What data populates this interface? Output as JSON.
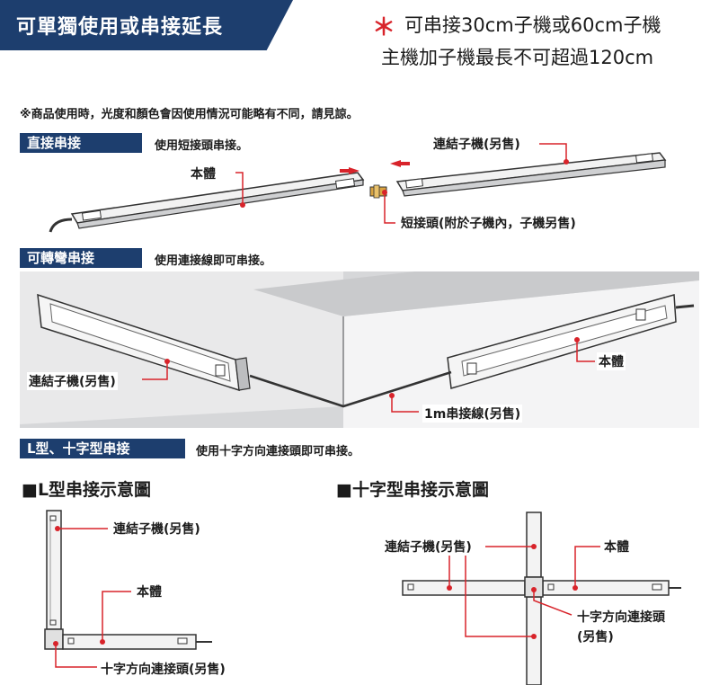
{
  "header": {
    "title": "可單獨使用或串接延長",
    "star": "＊",
    "note_line1": "可串接30cm子機或60cm子機",
    "note_line2": "主機加子機最長不可超過120cm"
  },
  "disclaimer": "※商品使用時，光度和顏色會因使用情況可能略有不同，請見諒。",
  "section_direct": {
    "label": "直接串接",
    "desc": "使用短接頭串接。",
    "callout_main": "本體",
    "callout_sub": "連結子機(另售)",
    "callout_joint": "短接頭(附於子機內，子機另售)"
  },
  "section_bend": {
    "label": "可轉彎串接",
    "desc": "使用連接線即可串接。",
    "callout_sub": "連結子機(另售)",
    "callout_main": "本體",
    "callout_cable": "1m串接線(另售)"
  },
  "section_lx": {
    "label": "L型、十字型串接",
    "desc": "使用十字方向連接頭即可串接。"
  },
  "l_diagram": {
    "heading": "■L型串接示意圖",
    "callout_sub": "連結子機(另售)",
    "callout_main": "本體",
    "callout_joint": "十字方向連接頭(另售)"
  },
  "cross_diagram": {
    "heading": "■十字型串接示意圖",
    "callout_sub": "連結子機(另售)",
    "callout_main": "本體",
    "callout_joint_line1": "十字方向連接頭",
    "callout_joint_line2": "(另售)"
  },
  "colors": {
    "navy": "#1d3e6e",
    "red": "#d8232a",
    "panel_gray": "#d6d7d9"
  }
}
